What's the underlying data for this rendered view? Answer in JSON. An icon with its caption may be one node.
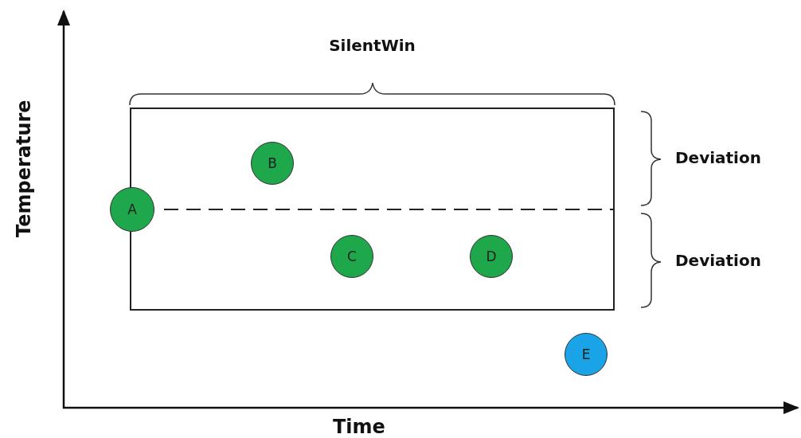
{
  "diagram": {
    "nodes": [
      {
        "text": [
          "SilentWin"
        ]
      },
      {
        "text": [
          "A"
        ]
      },
      {
        "text": [
          "B"
        ],
        "in": 0
      },
      {
        "text": [
          "C"
        ],
        "in": 0
      },
      {
        "text": [
          "D"
        ],
        "in": 0
      },
      {
        "text": [
          "E"
        ]
      }
    ],
    "edges": [
      {
        "from": 1,
        "to": 0,
        "arrow": "none",
        "style": "dashed"
      }
    ],
    "labels": [
      "Deviation",
      "Temperature",
      "Deviation",
      "Time"
    ]
  }
}
